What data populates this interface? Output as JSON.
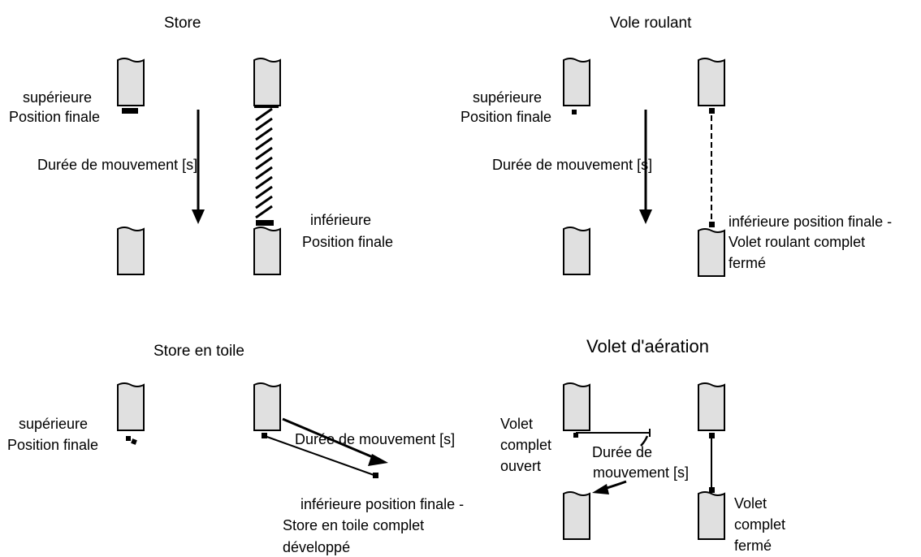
{
  "panels": {
    "store": {
      "title": "Store",
      "top_label_1": "supérieure",
      "top_label_2": "Position finale",
      "duration_label": "Durée de mouvement [s]",
      "bottom_label_1": "inférieure",
      "bottom_label_2": "Position finale"
    },
    "roller": {
      "title": "Vole roulant",
      "top_label_1": "supérieure",
      "top_label_2": "Position finale",
      "duration_label": "Durée de mouvement [s]",
      "bottom_label_1": "inférieure position finale -",
      "bottom_label_2": "Volet roulant complet",
      "bottom_label_3": "fermé"
    },
    "awning": {
      "title": "Store en toile",
      "top_label_1": "supérieure",
      "top_label_2": "Position finale",
      "duration_label": "Durée de mouvement [s]",
      "bottom_label_1": "inférieure position finale -",
      "bottom_label_2": "Store en toile complet",
      "bottom_label_3": "développé"
    },
    "vent": {
      "title": "Volet d'aération",
      "open_label_1": "Volet",
      "open_label_2": "complet",
      "open_label_3": "ouvert",
      "duration_label_1": "Durée de",
      "duration_label_2": "mouvement [s]",
      "closed_label_1": "Volet",
      "closed_label_2": "complet",
      "closed_label_3": "fermé"
    }
  },
  "colors": {
    "frame_fill": "#e0e0e0",
    "stroke": "#000000"
  }
}
